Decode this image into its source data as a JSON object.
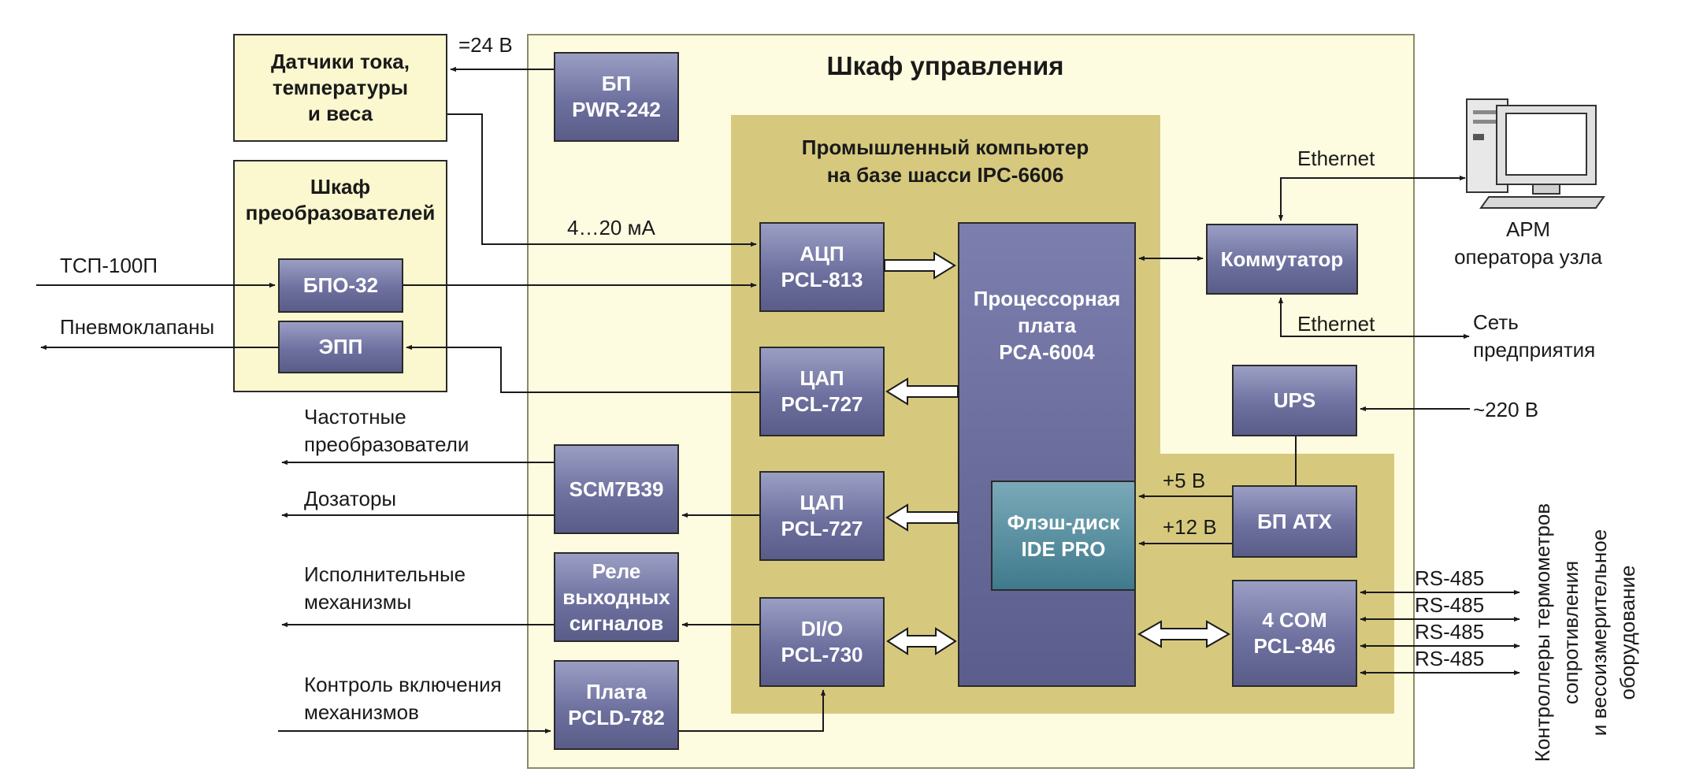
{
  "cabinet_title": "Шкаф управления",
  "ipc_title": "Промышленный компьютер\nна базе шасси IPC-6606",
  "converter_cabinet_title": "Шкаф\nпреобразователей",
  "blocks": {
    "sensors": "Датчики тока,\nтемпературы\nи веса",
    "psu_pwr242": "БП\nPWR-242",
    "bpo32": "БПО-32",
    "epp": "ЭПП",
    "adc": "АЦП\nPCL-813",
    "dac1": "ЦАП\nPCL-727",
    "dac2": "ЦАП\nPCL-727",
    "dio": "DI/O\nPCL-730",
    "cpu": "Процессорная\nплата\nPCA-6004",
    "flash": "Флэш-диск\nIDE PRO",
    "switch": "Коммутатор",
    "ups": "UPS",
    "psu_atx": "БП ATX",
    "com4": "4 COM\nPCL-846",
    "scm": "SCM7B39",
    "relay": "Реле\nвыходных\nсигналов",
    "pcld": "Плата\nPCLD-782"
  },
  "labels": {
    "v24": "=24 В",
    "ma": "4…20 мА",
    "tsp": "ТСП-100П",
    "pneumo": "Пневмоклапаны",
    "freq": "Частотные\nпреобразователи",
    "dosers": "Дозаторы",
    "actuators": "Исполнительные\nмеханизмы",
    "control": "Контроль включения\nмеханизмов",
    "eth1": "Ethernet",
    "eth2": "Ethernet",
    "arm": "АРМ\nоператора узла",
    "enterprise": "Сеть\nпредприятия",
    "v220": "~220 В",
    "v5": "+5 В",
    "v12": "+12 В",
    "rs485": [
      "RS-485",
      "RS-485",
      "RS-485",
      "RS-485"
    ],
    "controllers": "Контроллеры термометров\nсопротивления\nи весоизмерительное\nоборудование"
  },
  "icons": {
    "workstation": "computer-workstation-icon"
  },
  "colors": {
    "cabinet_fill": "#fefce0",
    "ipc_fill": "#d6c97e",
    "module_fill": "#6e719f",
    "flash_fill": "#4f8a9c",
    "line": "#1a1a1a"
  }
}
